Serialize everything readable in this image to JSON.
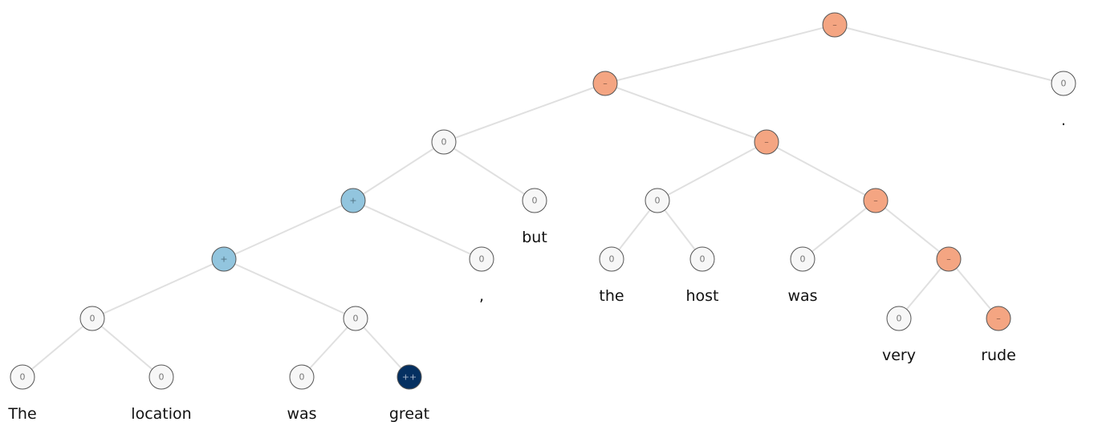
{
  "colors": {
    "neutral": "#f7f7f7",
    "positive": "#92c5de",
    "very_positive": "#053061",
    "negative": "#f4a582",
    "edge": "#e0e0e0"
  },
  "tree": {
    "root": "n1",
    "nodes": [
      {
        "id": "n1",
        "label": "–",
        "sentiment": "negative"
      },
      {
        "id": "n2",
        "label": "–",
        "sentiment": "negative"
      },
      {
        "id": "n3",
        "label": "0",
        "sentiment": "neutral",
        "word": "."
      },
      {
        "id": "n4",
        "label": "0",
        "sentiment": "neutral"
      },
      {
        "id": "n5",
        "label": "–",
        "sentiment": "negative"
      },
      {
        "id": "n6",
        "label": "+",
        "sentiment": "positive"
      },
      {
        "id": "n7",
        "label": "0",
        "sentiment": "neutral",
        "word": "but"
      },
      {
        "id": "n8",
        "label": "0",
        "sentiment": "neutral"
      },
      {
        "id": "n9",
        "label": "–",
        "sentiment": "negative"
      },
      {
        "id": "n10",
        "label": "+",
        "sentiment": "positive"
      },
      {
        "id": "n11",
        "label": "0",
        "sentiment": "neutral",
        "word": ","
      },
      {
        "id": "n12",
        "label": "0",
        "sentiment": "neutral",
        "word": "the"
      },
      {
        "id": "n13",
        "label": "0",
        "sentiment": "neutral",
        "word": "host"
      },
      {
        "id": "n14",
        "label": "0",
        "sentiment": "neutral",
        "word": "was"
      },
      {
        "id": "n15",
        "label": "–",
        "sentiment": "negative"
      },
      {
        "id": "n16",
        "label": "0",
        "sentiment": "neutral"
      },
      {
        "id": "n17",
        "label": "0",
        "sentiment": "neutral"
      },
      {
        "id": "n18",
        "label": "0",
        "sentiment": "neutral",
        "word": "very"
      },
      {
        "id": "n19",
        "label": "–",
        "sentiment": "negative",
        "word": "rude"
      },
      {
        "id": "n20",
        "label": "0",
        "sentiment": "neutral",
        "word": "The"
      },
      {
        "id": "n21",
        "label": "0",
        "sentiment": "neutral",
        "word": "location"
      },
      {
        "id": "n22",
        "label": "0",
        "sentiment": "neutral",
        "word": "was"
      },
      {
        "id": "n23",
        "label": "++",
        "sentiment": "very_positive",
        "word": "great"
      }
    ],
    "edges": [
      [
        "n1",
        "n2"
      ],
      [
        "n1",
        "n3"
      ],
      [
        "n2",
        "n4"
      ],
      [
        "n2",
        "n5"
      ],
      [
        "n4",
        "n6"
      ],
      [
        "n4",
        "n7"
      ],
      [
        "n5",
        "n8"
      ],
      [
        "n5",
        "n9"
      ],
      [
        "n6",
        "n10"
      ],
      [
        "n6",
        "n11"
      ],
      [
        "n8",
        "n12"
      ],
      [
        "n8",
        "n13"
      ],
      [
        "n9",
        "n14"
      ],
      [
        "n9",
        "n15"
      ],
      [
        "n10",
        "n16"
      ],
      [
        "n10",
        "n17"
      ],
      [
        "n15",
        "n18"
      ],
      [
        "n15",
        "n19"
      ],
      [
        "n16",
        "n20"
      ],
      [
        "n16",
        "n21"
      ],
      [
        "n17",
        "n22"
      ],
      [
        "n17",
        "n23"
      ]
    ]
  }
}
